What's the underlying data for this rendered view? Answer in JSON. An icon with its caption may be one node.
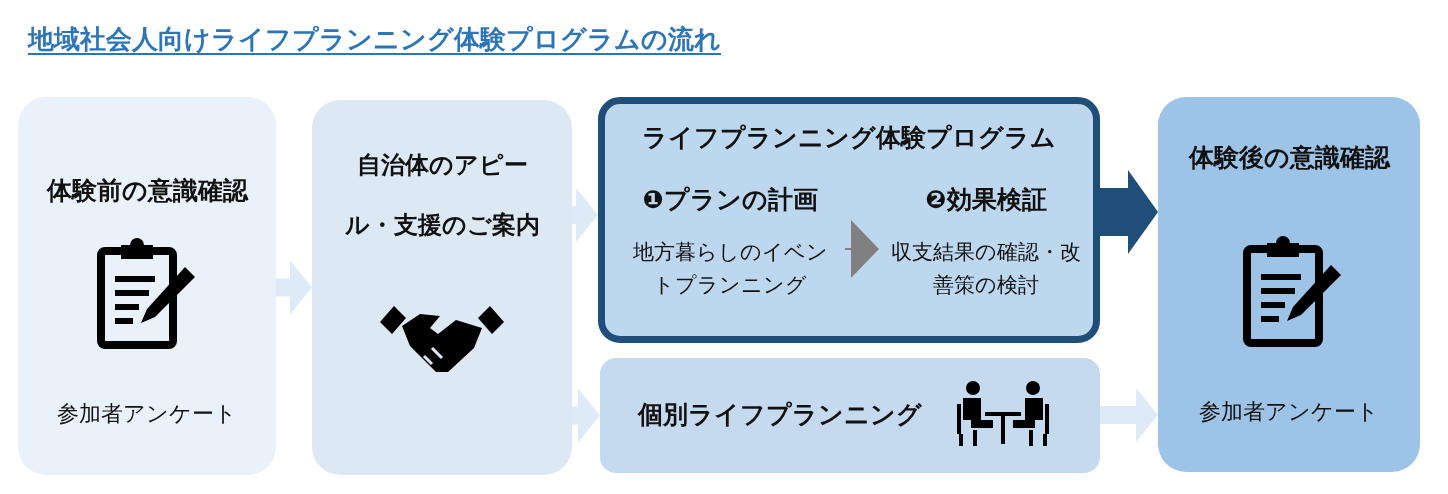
{
  "diagram": {
    "title": "地域社会人向けライフプランニング体験プログラムの流れ",
    "nodes": [
      {
        "text": [
          "体験前の意識確認",
          "参加者アンケート"
        ]
      },
      {
        "text": [
          "自治体のアピール・支援のご案内"
        ]
      },
      {
        "text": [
          "ライフプランニング体験プログラム"
        ]
      },
      {
        "text": [
          "❶プランの計画",
          "地方暮らしのイベントプランニング"
        ],
        "in": 2
      },
      {
        "text": [
          "❷効果検証",
          "収支結果の確認・改善策の検討"
        ],
        "in": 2
      },
      {
        "text": [
          "個別ライフプランニング"
        ]
      },
      {
        "text": [
          "体験後の意識確認",
          "参加者アンケート"
        ]
      }
    ],
    "edges": [
      {
        "from": 0,
        "to": 1,
        "arrow": "to"
      },
      {
        "from": 1,
        "to": 2,
        "arrow": "to"
      },
      {
        "from": 1,
        "to": 5,
        "arrow": "to"
      },
      {
        "from": 3,
        "to": 4,
        "arrow": "to",
        "color": "#808080"
      },
      {
        "from": 2,
        "to": 6,
        "arrow": "to",
        "style": "thick",
        "color": "#1f4e79"
      },
      {
        "from": 5,
        "to": 6,
        "arrow": "to"
      }
    ]
  }
}
